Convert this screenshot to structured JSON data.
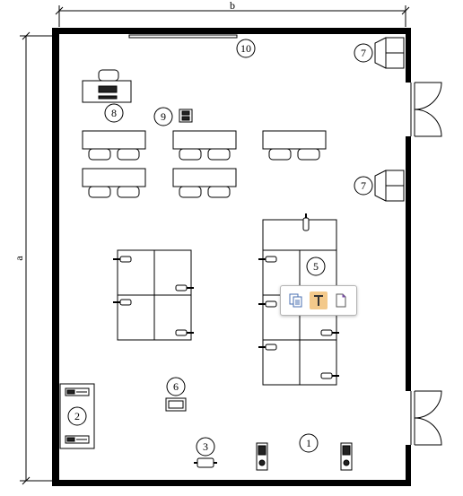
{
  "dimensions": {
    "width_label": "b",
    "height_label": "a"
  },
  "callouts": {
    "c1": "1",
    "c2": "2",
    "c3": "3",
    "c5": "5",
    "c6": "6",
    "c7a": "7",
    "c7b": "7",
    "c8": "8",
    "c9": "9",
    "c10": "10"
  },
  "toolbar": {
    "copy_icon": "copy-document-icon",
    "text_icon": "text-tool-icon",
    "page_icon": "page-corner-icon",
    "accent": "#f3c98b"
  }
}
